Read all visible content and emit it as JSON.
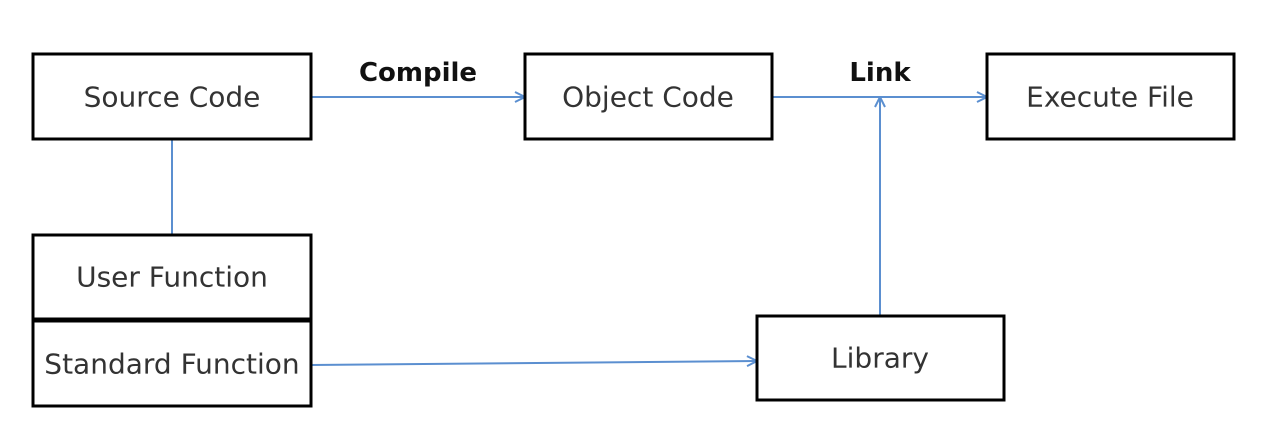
{
  "nodes": {
    "source_code": "Source Code",
    "object_code": "Object Code",
    "execute_file": "Execute File",
    "user_function": "User Function",
    "standard_function": "Standard Function",
    "library": "Library"
  },
  "edges": {
    "compile": "Compile",
    "link": "Link"
  },
  "colors": {
    "box_border": "#000000",
    "connector": "#5b8fd0",
    "node_text": "#333333",
    "edge_text": "#111111"
  }
}
